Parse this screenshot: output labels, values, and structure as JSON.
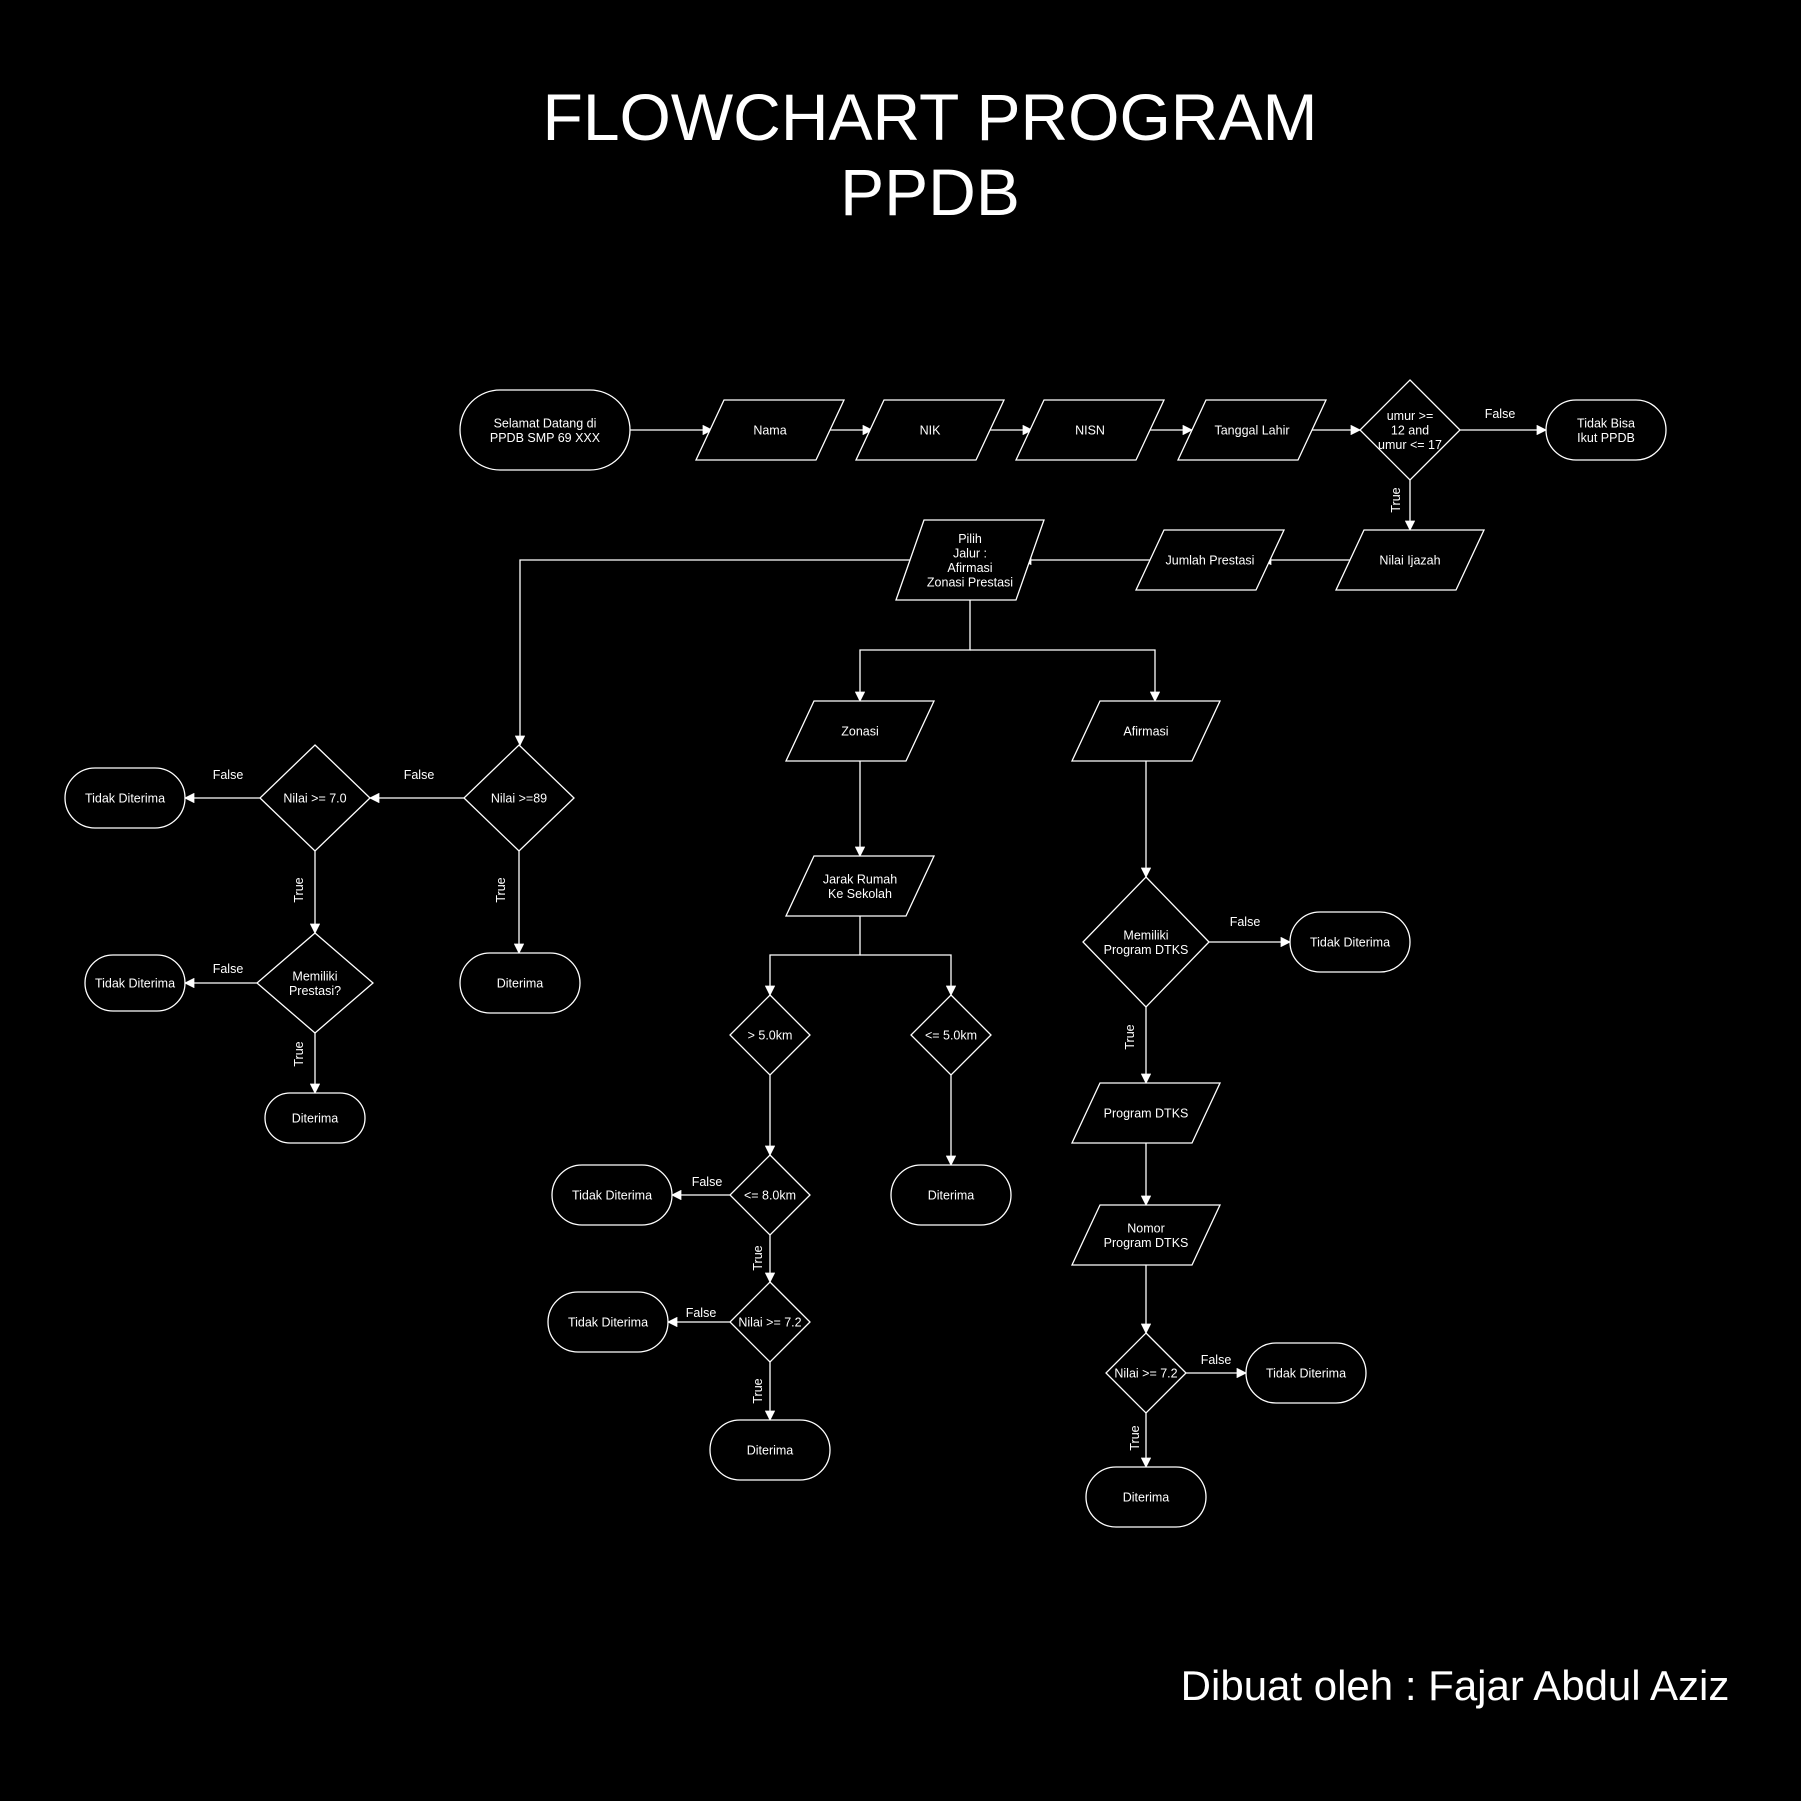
{
  "title": [
    "FLOWCHART PROGRAM",
    "PPDB"
  ],
  "credit": "Dibuat oleh : Fajar Abdul Aziz",
  "nodes": {
    "start": "Selamat Datang di PPDB SMP 69 XXX",
    "nama": "Nama",
    "nik": "NIK",
    "nisn": "NISN",
    "tgl": "Tanggal Lahir",
    "umur": "umur >= 12 and umur <= 17",
    "tidakbisa": "Tidak Bisa Ikut PPDB",
    "ijazah": "Nilai Ijazah",
    "jml": "Jumlah Prestasi",
    "pilih": "Pilih Jalur : Afirmasi Zonasi Prestasi",
    "zonasi": "Zonasi",
    "afirmasi": "Afirmasi",
    "n89": "Nilai >=89",
    "terima_pres": "Diterima",
    "n70": "Nilai >= 7.0",
    "td1": "Tidak Diterima",
    "memprest": "Memiliki Prestasi?",
    "td2": "Tidak Diterima",
    "terima_prest2": "Diterima",
    "jarak": "Jarak Rumah Ke Sekolah",
    "gt5": "> 5.0km",
    "le5": "<= 5.0km",
    "terima_le5": "Diterima",
    "le8": "<= 8.0km",
    "td3": "Tidak Diterima",
    "n72z": "Nilai >= 7.2",
    "td4": "Tidak Diterima",
    "terima_z": "Diterima",
    "memdtks": "Memiliki Program DTKS",
    "td5": "Tidak Diterima",
    "progdtks": "Program DTKS",
    "nomordtks": "Nomor Program DTKS",
    "n72a": "Nilai >= 7.2",
    "td6": "Tidak Diterima",
    "terima_a": "Diterima"
  },
  "edge_labels": {
    "true": "True",
    "false": "False"
  }
}
